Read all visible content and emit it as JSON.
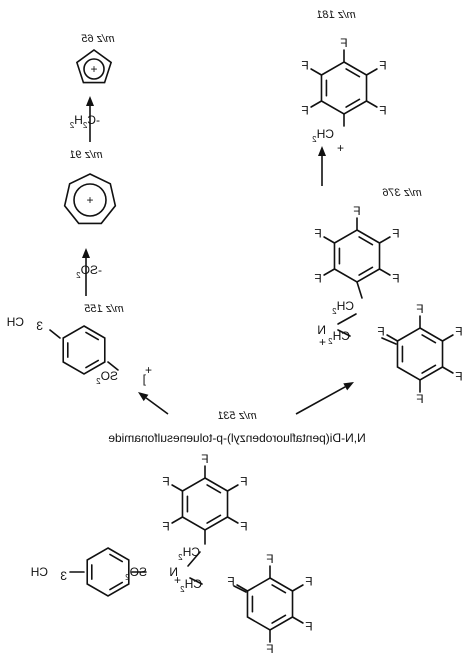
{
  "parent": {
    "name": "N,N-Di(pentafluorobenzyl)-p-toluenesulfonamide",
    "mz": "m/z 531"
  },
  "fragments": {
    "sulfonyl": {
      "mz": "m/z 155"
    },
    "tropylium": {
      "mz": "m/z 91"
    },
    "cyclopentadienyl": {
      "mz": "m/z 65"
    },
    "iminium": {
      "mz": "m/z 376"
    },
    "pfbenzyl": {
      "mz": "m/z 181"
    }
  },
  "losses": {
    "so2": "-SO",
    "c2h2": "-C",
    "so2_sub": "2",
    "c2h2_sub": "2",
    "c2h2_h": "H",
    "c2h2_h_sub": "2"
  },
  "atoms": {
    "F": "F",
    "CH": "CH",
    "sub2": "2",
    "sub3": "3",
    "N": "N",
    "S": "SO",
    "plus": "+",
    "bracket": "]"
  }
}
